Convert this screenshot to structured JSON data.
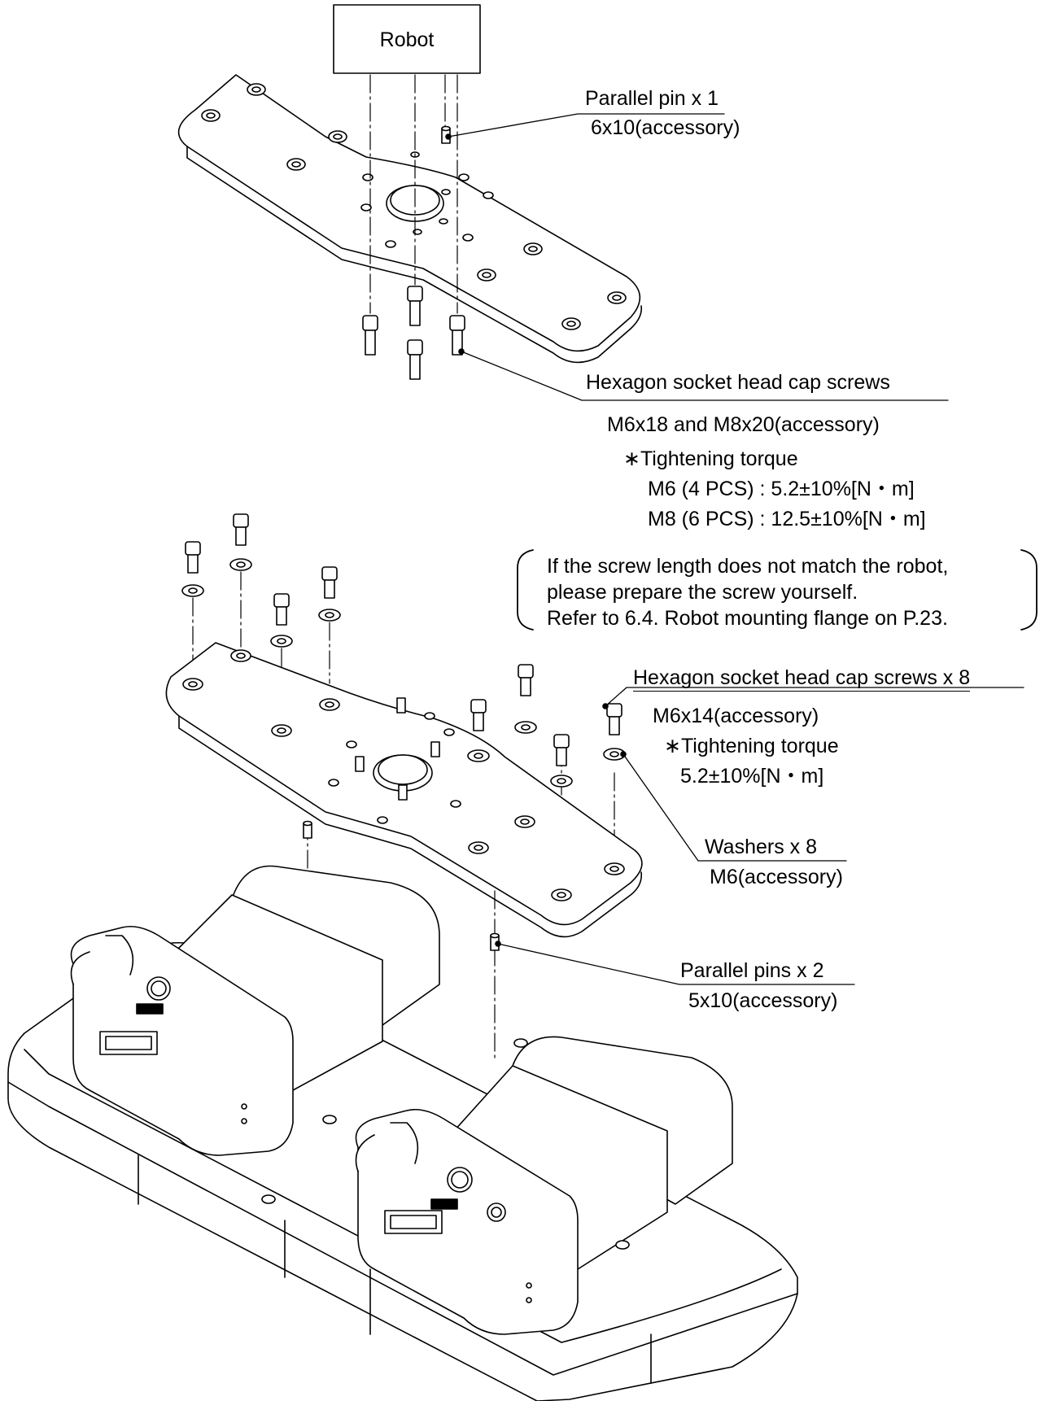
{
  "robot_box": "Robot",
  "parallel_pin_top": {
    "title": "Parallel pin x 1",
    "spec": "6x10(accessory)"
  },
  "cap_screws_top": {
    "title": "Hexagon socket head cap screws",
    "spec": "M6x18 and M8x20(accessory)",
    "torque_title": "∗Tightening torque",
    "torque_m6": "M6 (4 PCS) : 5.2±10%[N・m]",
    "torque_m8": "M8 (6 PCS) : 12.5±10%[N・m]"
  },
  "note": {
    "line1": "If the screw length does not match the robot,",
    "line2": "please prepare the screw yourself.",
    "line3": "Refer to 6.4. Robot mounting flange on P.23."
  },
  "cap_screws_x8": {
    "title": "Hexagon socket head cap screws x 8",
    "spec": "M6x14(accessory)",
    "torque_title": "∗Tightening torque",
    "torque_value": "5.2±10%[N・m]"
  },
  "washers": {
    "title": "Washers x 8",
    "spec": "M6(accessory)"
  },
  "parallel_pins_x2": {
    "title": "Parallel pins x 2",
    "spec": "5x10(accessory)"
  }
}
